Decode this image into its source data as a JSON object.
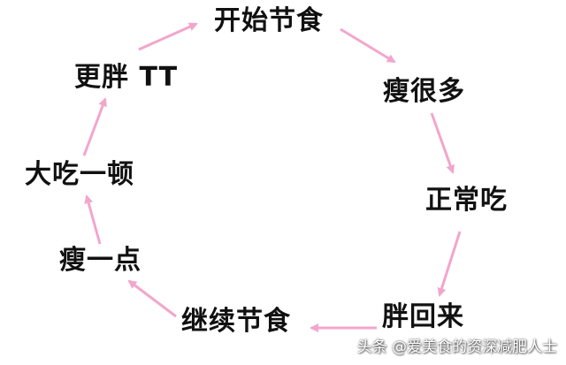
{
  "diagram": {
    "nodes": [
      {
        "id": "n0",
        "label": "开始节食"
      },
      {
        "id": "n1",
        "label": "瘦很多"
      },
      {
        "id": "n2",
        "label": "正常吃"
      },
      {
        "id": "n3",
        "label": "胖回来"
      },
      {
        "id": "n4",
        "label": "继续节食"
      },
      {
        "id": "n5",
        "label": "瘦一点"
      },
      {
        "id": "n6",
        "label": "大吃一顿"
      },
      {
        "id": "n7",
        "label": "更胖 TT"
      }
    ],
    "edges": [
      {
        "from": "n0",
        "to": "n1"
      },
      {
        "from": "n1",
        "to": "n2"
      },
      {
        "from": "n2",
        "to": "n3"
      },
      {
        "from": "n3",
        "to": "n4"
      },
      {
        "from": "n4",
        "to": "n5"
      },
      {
        "from": "n5",
        "to": "n6"
      },
      {
        "from": "n6",
        "to": "n7"
      },
      {
        "from": "n7",
        "to": "n0"
      }
    ],
    "arrow_color": "#f2a6cc",
    "text_color": "#111111"
  },
  "watermark": "头条 @爱美食的资深减肥人士"
}
